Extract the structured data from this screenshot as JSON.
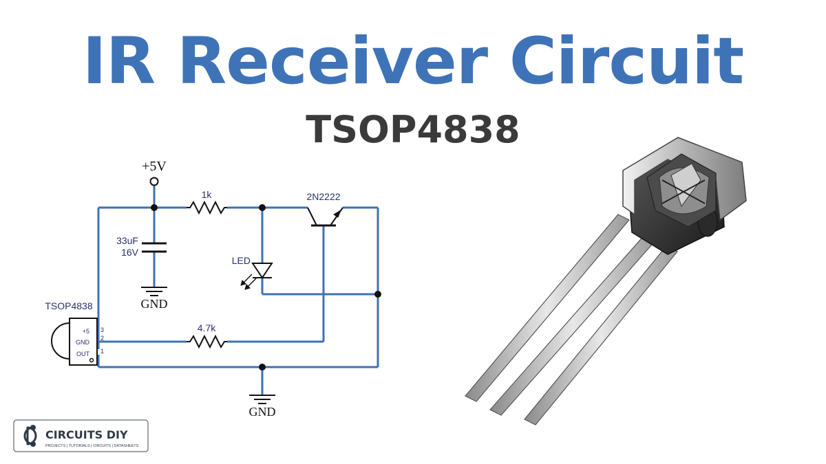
{
  "colors": {
    "title": "#3f73b7",
    "subtitle": "#3a3a3a",
    "wire": "#3e71b3",
    "black": "#111111",
    "label": "#27306f"
  },
  "title": "IR Receiver Circuit",
  "subtitle": "TSOP4838",
  "schematic": {
    "supply": "+5V",
    "resistor_1": "1k",
    "resistor_2": "4.7k",
    "transistor": "2N2222",
    "capacitor_value": "33uF",
    "capacitor_voltage": "16V",
    "led": "LED",
    "gnd_top": "GND",
    "gnd_bottom": "GND",
    "sensor": "TSOP4838",
    "pins": [
      {
        "label": "+5",
        "num": "3"
      },
      {
        "label": "GND",
        "num": "2"
      },
      {
        "label": "OUT",
        "num": "1"
      }
    ]
  },
  "logo": {
    "brand": "CIRCUITS DIY",
    "tagline": "PROJECTS | TUTORIALS | CIRCUITS | DATASHEETS"
  }
}
